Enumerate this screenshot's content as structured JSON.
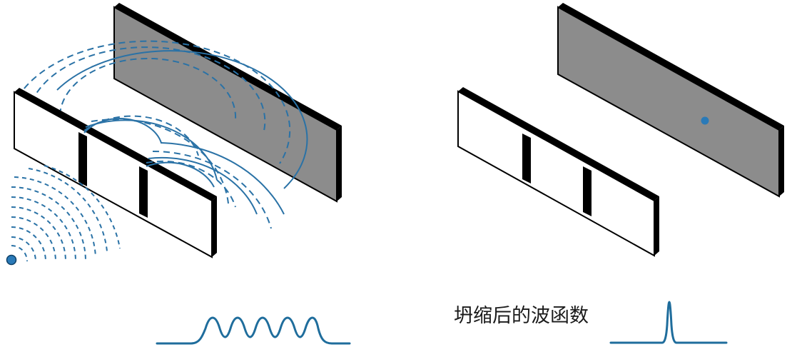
{
  "diagram": {
    "caption": "坍缩后的波函数",
    "colors": {
      "wave": "#2a72a6",
      "wave_plot": "#1f6d9c",
      "screen_fill": "#8c8c8c",
      "barrier_fill": "#ffffff",
      "edge": "#000000",
      "dot": "#2a7ab8"
    },
    "left_panel": {
      "wave_plot": "interference-pattern"
    },
    "right_panel": {
      "wave_plot": "single-peak"
    }
  }
}
